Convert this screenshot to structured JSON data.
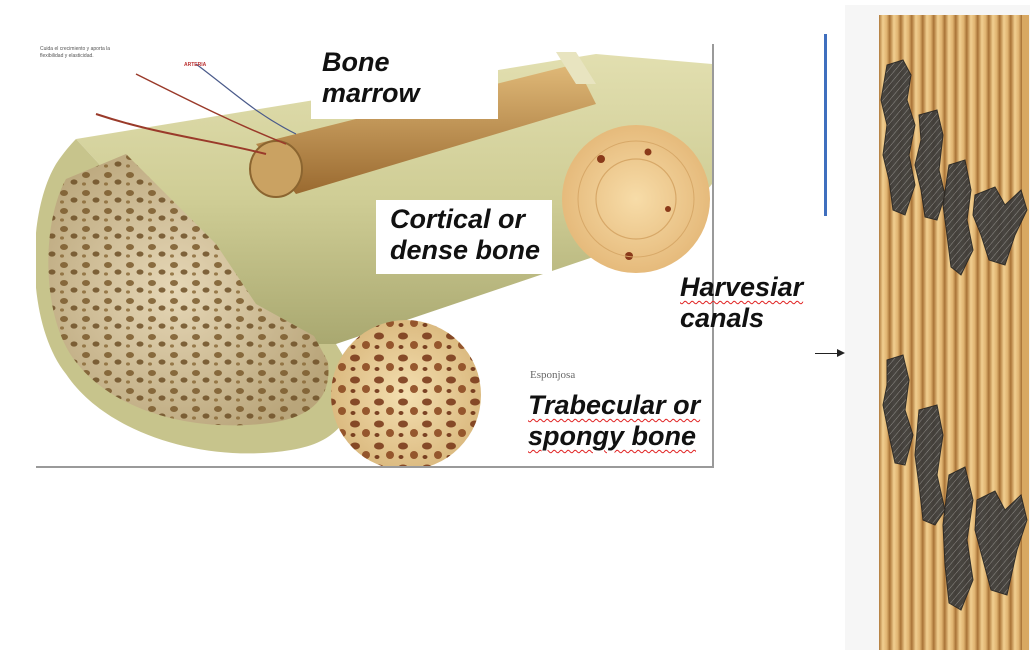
{
  "labels": {
    "bone_marrow": [
      "Bone",
      "marrow"
    ],
    "cortical": [
      "Cortical or",
      "dense bone"
    ],
    "harvesian": [
      "Harvesiar",
      "canals"
    ],
    "trabecular": [
      "Trabecular or",
      "spongy bone"
    ]
  },
  "figure_small_text": {
    "line1": "Cuida el crecimiento y aporta la",
    "line2": "flexibilidad y elasticidad.",
    "red_label": "ARTERIA",
    "caption": "Esponjosa"
  },
  "colors": {
    "bone_outer": "#c9c88f",
    "spongy_pores": "#7a5a2c",
    "marrow_cylinder": "#c49a58",
    "osteon_disc": "#efc98c",
    "fiber_light": "#e9c382",
    "fiber_dark": "#b07a3c",
    "cluster": "#3a3a3a",
    "spell_underline": "#e02020",
    "rule_blue": "#3f6fbe"
  }
}
